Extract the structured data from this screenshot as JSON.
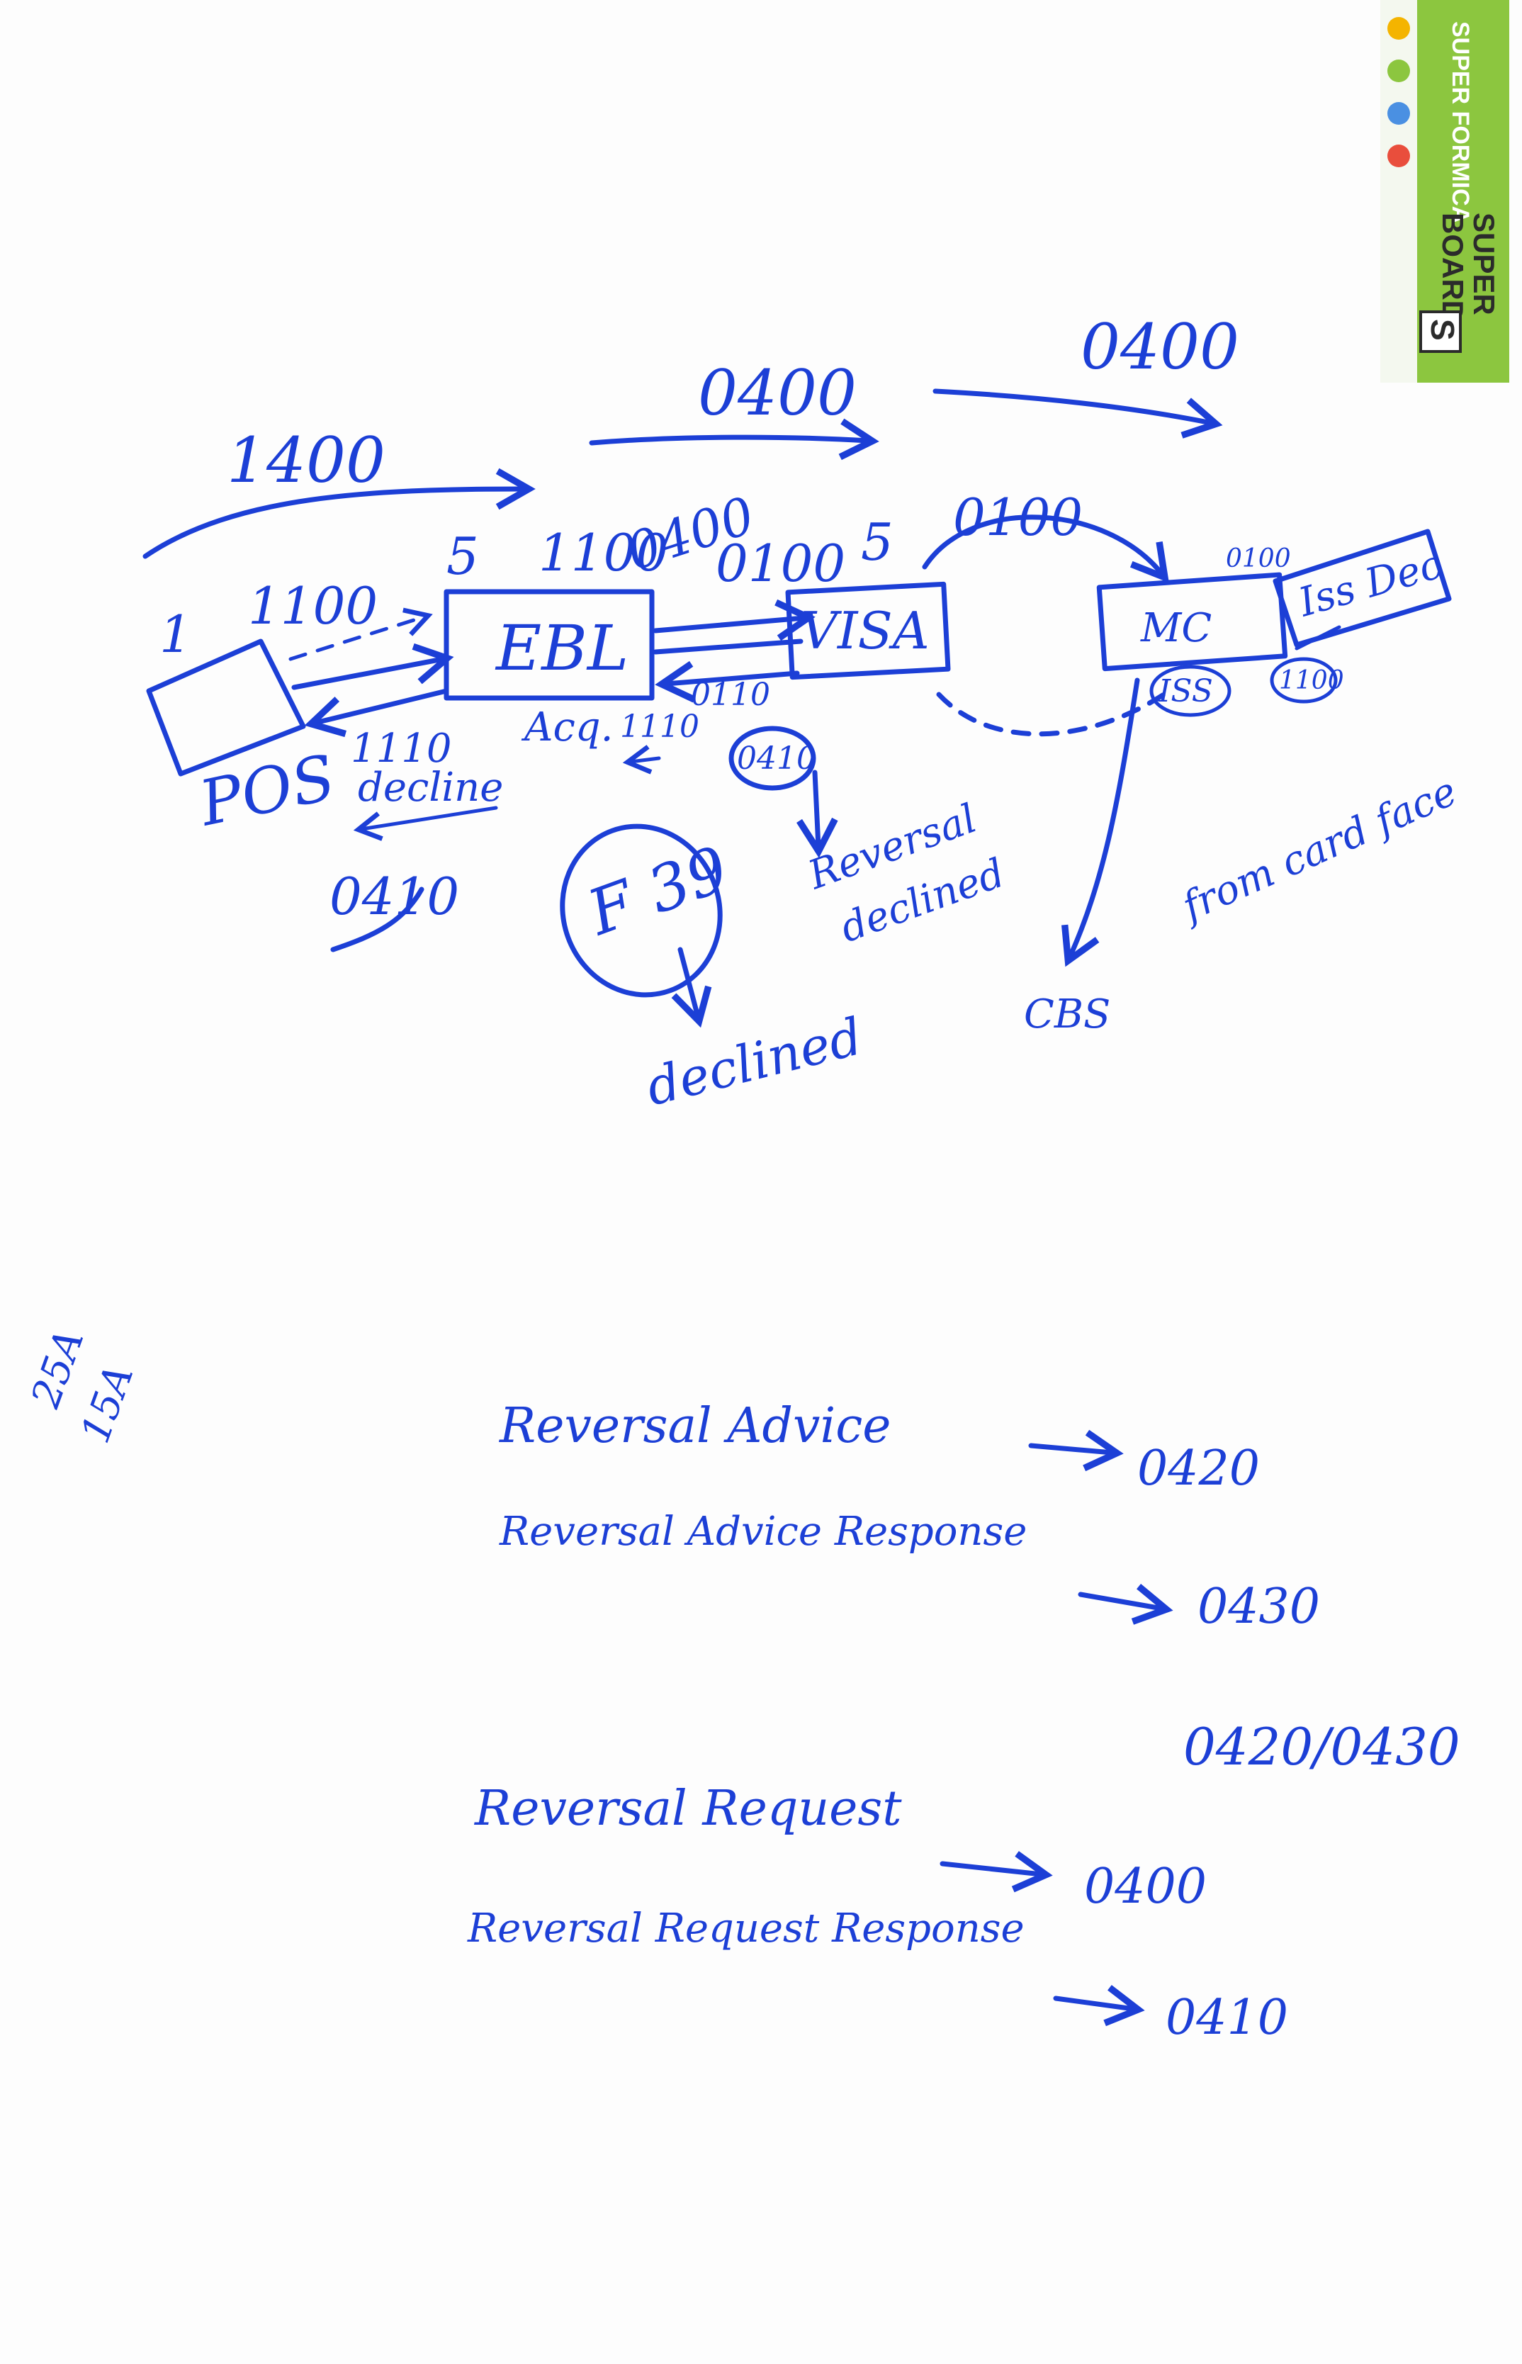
{
  "sticker": {
    "brand": "SUPER FORMICA",
    "product_line1": "SUPER",
    "product_line2": "BOARD",
    "logo_letter": "S"
  },
  "diagram": {
    "nodes": {
      "pos_label": "POS",
      "pos_num": "1",
      "ebl": "EBL",
      "ebl_num": "5",
      "acq": "Acq.",
      "visa": "VISA",
      "visa_num": "5",
      "mc": "MC",
      "iss": "ISS",
      "issuer_box": "Iss Dec",
      "cbs": "CBS",
      "f39": "F 39"
    },
    "labels": {
      "top_1400": "1400",
      "top_0400_a": "0400",
      "top_0400_b": "0400",
      "pos_1100": "1100",
      "ebl_1100": "1100",
      "ebl_0400": "0400",
      "visa_0100": "0100",
      "mc_0100_arc": "0100",
      "mc_0100": "0100",
      "iss_1100": "1100",
      "pos_1110": "1110",
      "decline": "decline",
      "pos_0410": "0410",
      "acq_1110": "1110",
      "acq_0110": "0110",
      "circ_0410": "0410",
      "reversal": "Reversal",
      "reversal_declined": "declined",
      "f39_declined": "declined",
      "from_card_face": "from card face"
    },
    "margin_notes": [
      "25A",
      "15A"
    ]
  },
  "notes": {
    "line1_label": "Reversal Advice",
    "line1_code": "0420",
    "line2_label": "Reversal Advice Response",
    "line2_code": "0430",
    "line3": "0420/0430",
    "line4_label": "Reversal Request",
    "line4_code": "0400",
    "line5_label": "Reversal Request Response",
    "line5_code": "0410"
  }
}
